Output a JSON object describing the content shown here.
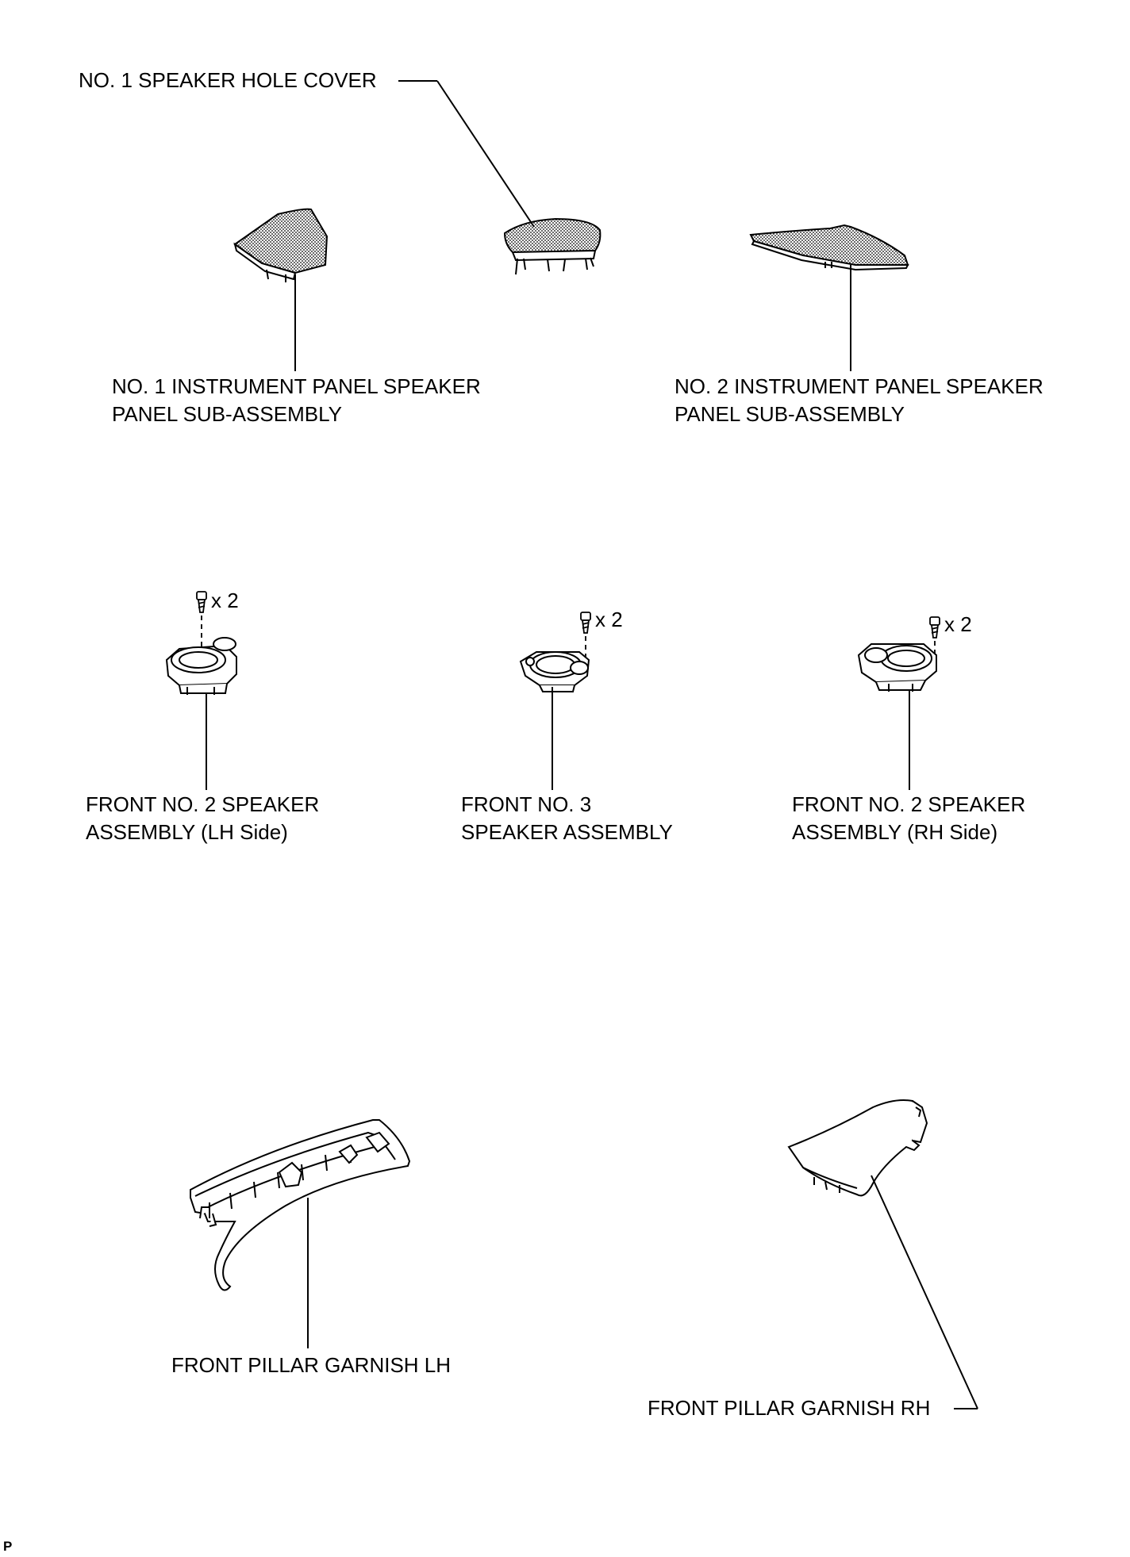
{
  "labels": {
    "hole_cover": "NO. 1 SPEAKER HOLE COVER",
    "ip_panel_1_l1": "NO. 1 INSTRUMENT PANEL SPEAKER",
    "ip_panel_1_l2": "PANEL SUB-ASSEMBLY",
    "ip_panel_2_l1": "NO. 2 INSTRUMENT PANEL SPEAKER",
    "ip_panel_2_l2": "PANEL SUB-ASSEMBLY",
    "spk_lh_l1": "FRONT NO. 2 SPEAKER",
    "spk_lh_l2": "ASSEMBLY (LH Side)",
    "spk_3_l1": "FRONT NO. 3",
    "spk_3_l2": "SPEAKER ASSEMBLY",
    "spk_rh_l1": "FRONT NO. 2 SPEAKER",
    "spk_rh_l2": "ASSEMBLY (RH Side)",
    "pillar_lh": "FRONT PILLAR GARNISH LH",
    "pillar_rh": "FRONT PILLAR GARNISH RH"
  },
  "screw_qty": {
    "lh": "x 2",
    "center": "x 2",
    "rh": "x 2"
  },
  "footer_mark": "P",
  "colors": {
    "line": "#000000",
    "background": "#ffffff"
  }
}
